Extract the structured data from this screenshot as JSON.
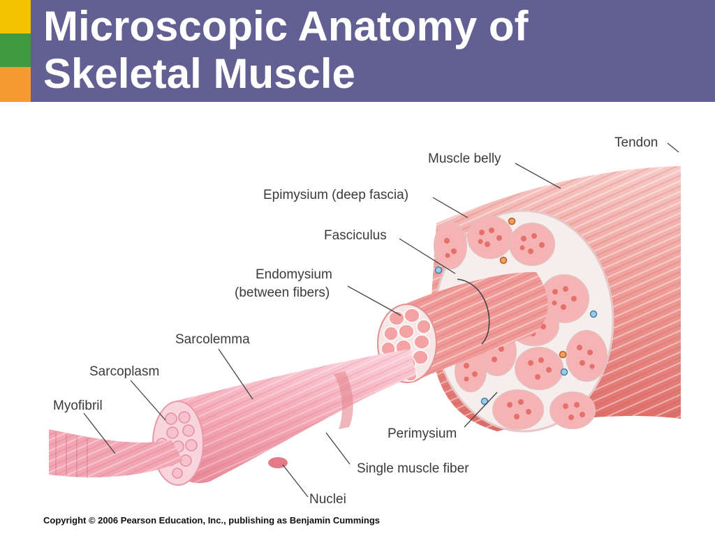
{
  "slide": {
    "title_line1": "Microscopic Anatomy of",
    "title_line2": "Skeletal Muscle",
    "copyright": "Copyright © 2006 Pearson Education, Inc., publishing as Benjamin Cummings"
  },
  "diagram": {
    "labels": {
      "tendon": "Tendon",
      "muscle_belly": "Muscle belly",
      "epimysium": "Epimysium (deep fascia)",
      "fasciculus": "Fasciculus",
      "endomysium_1": "Endomysium",
      "endomysium_2": "(between fibers)",
      "sarcolemma": "Sarcolemma",
      "sarcoplasm": "Sarcoplasm",
      "myofibril": "Myofibril",
      "perimysium": "Perimysium",
      "single_muscle_fiber": "Single muscle fiber",
      "nuclei": "Nuclei"
    },
    "colors": {
      "muscle_light": "#f6b8b4",
      "muscle_mid": "#ec8f8b",
      "muscle_dark": "#d9605e",
      "fiber_pink": "#f4a9b6",
      "title_bar": "#625f92"
    }
  }
}
